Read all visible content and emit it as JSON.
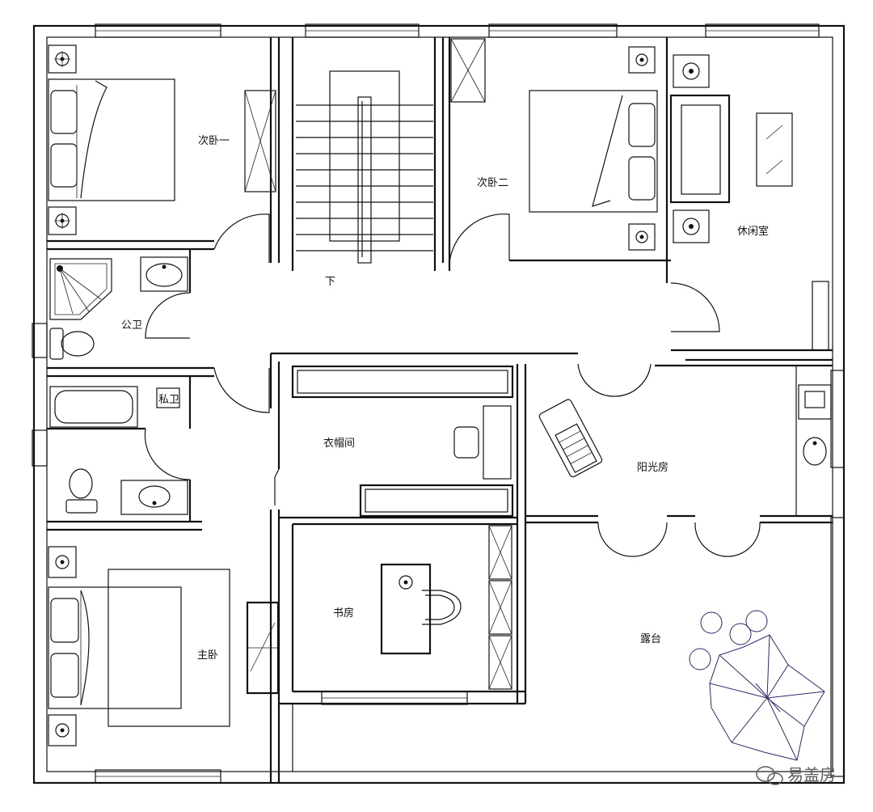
{
  "rooms": {
    "bedroom2": "次卧一",
    "bedroom3": "次卧二",
    "lounge": "休闲室",
    "public_bath": "公卫",
    "private_bath": "私卫",
    "cloakroom": "衣帽间",
    "sunroom": "阳光房",
    "master_bedroom": "主卧",
    "study": "书房",
    "terrace": "露台"
  },
  "stair_label": "下",
  "watermark": "易盖房"
}
